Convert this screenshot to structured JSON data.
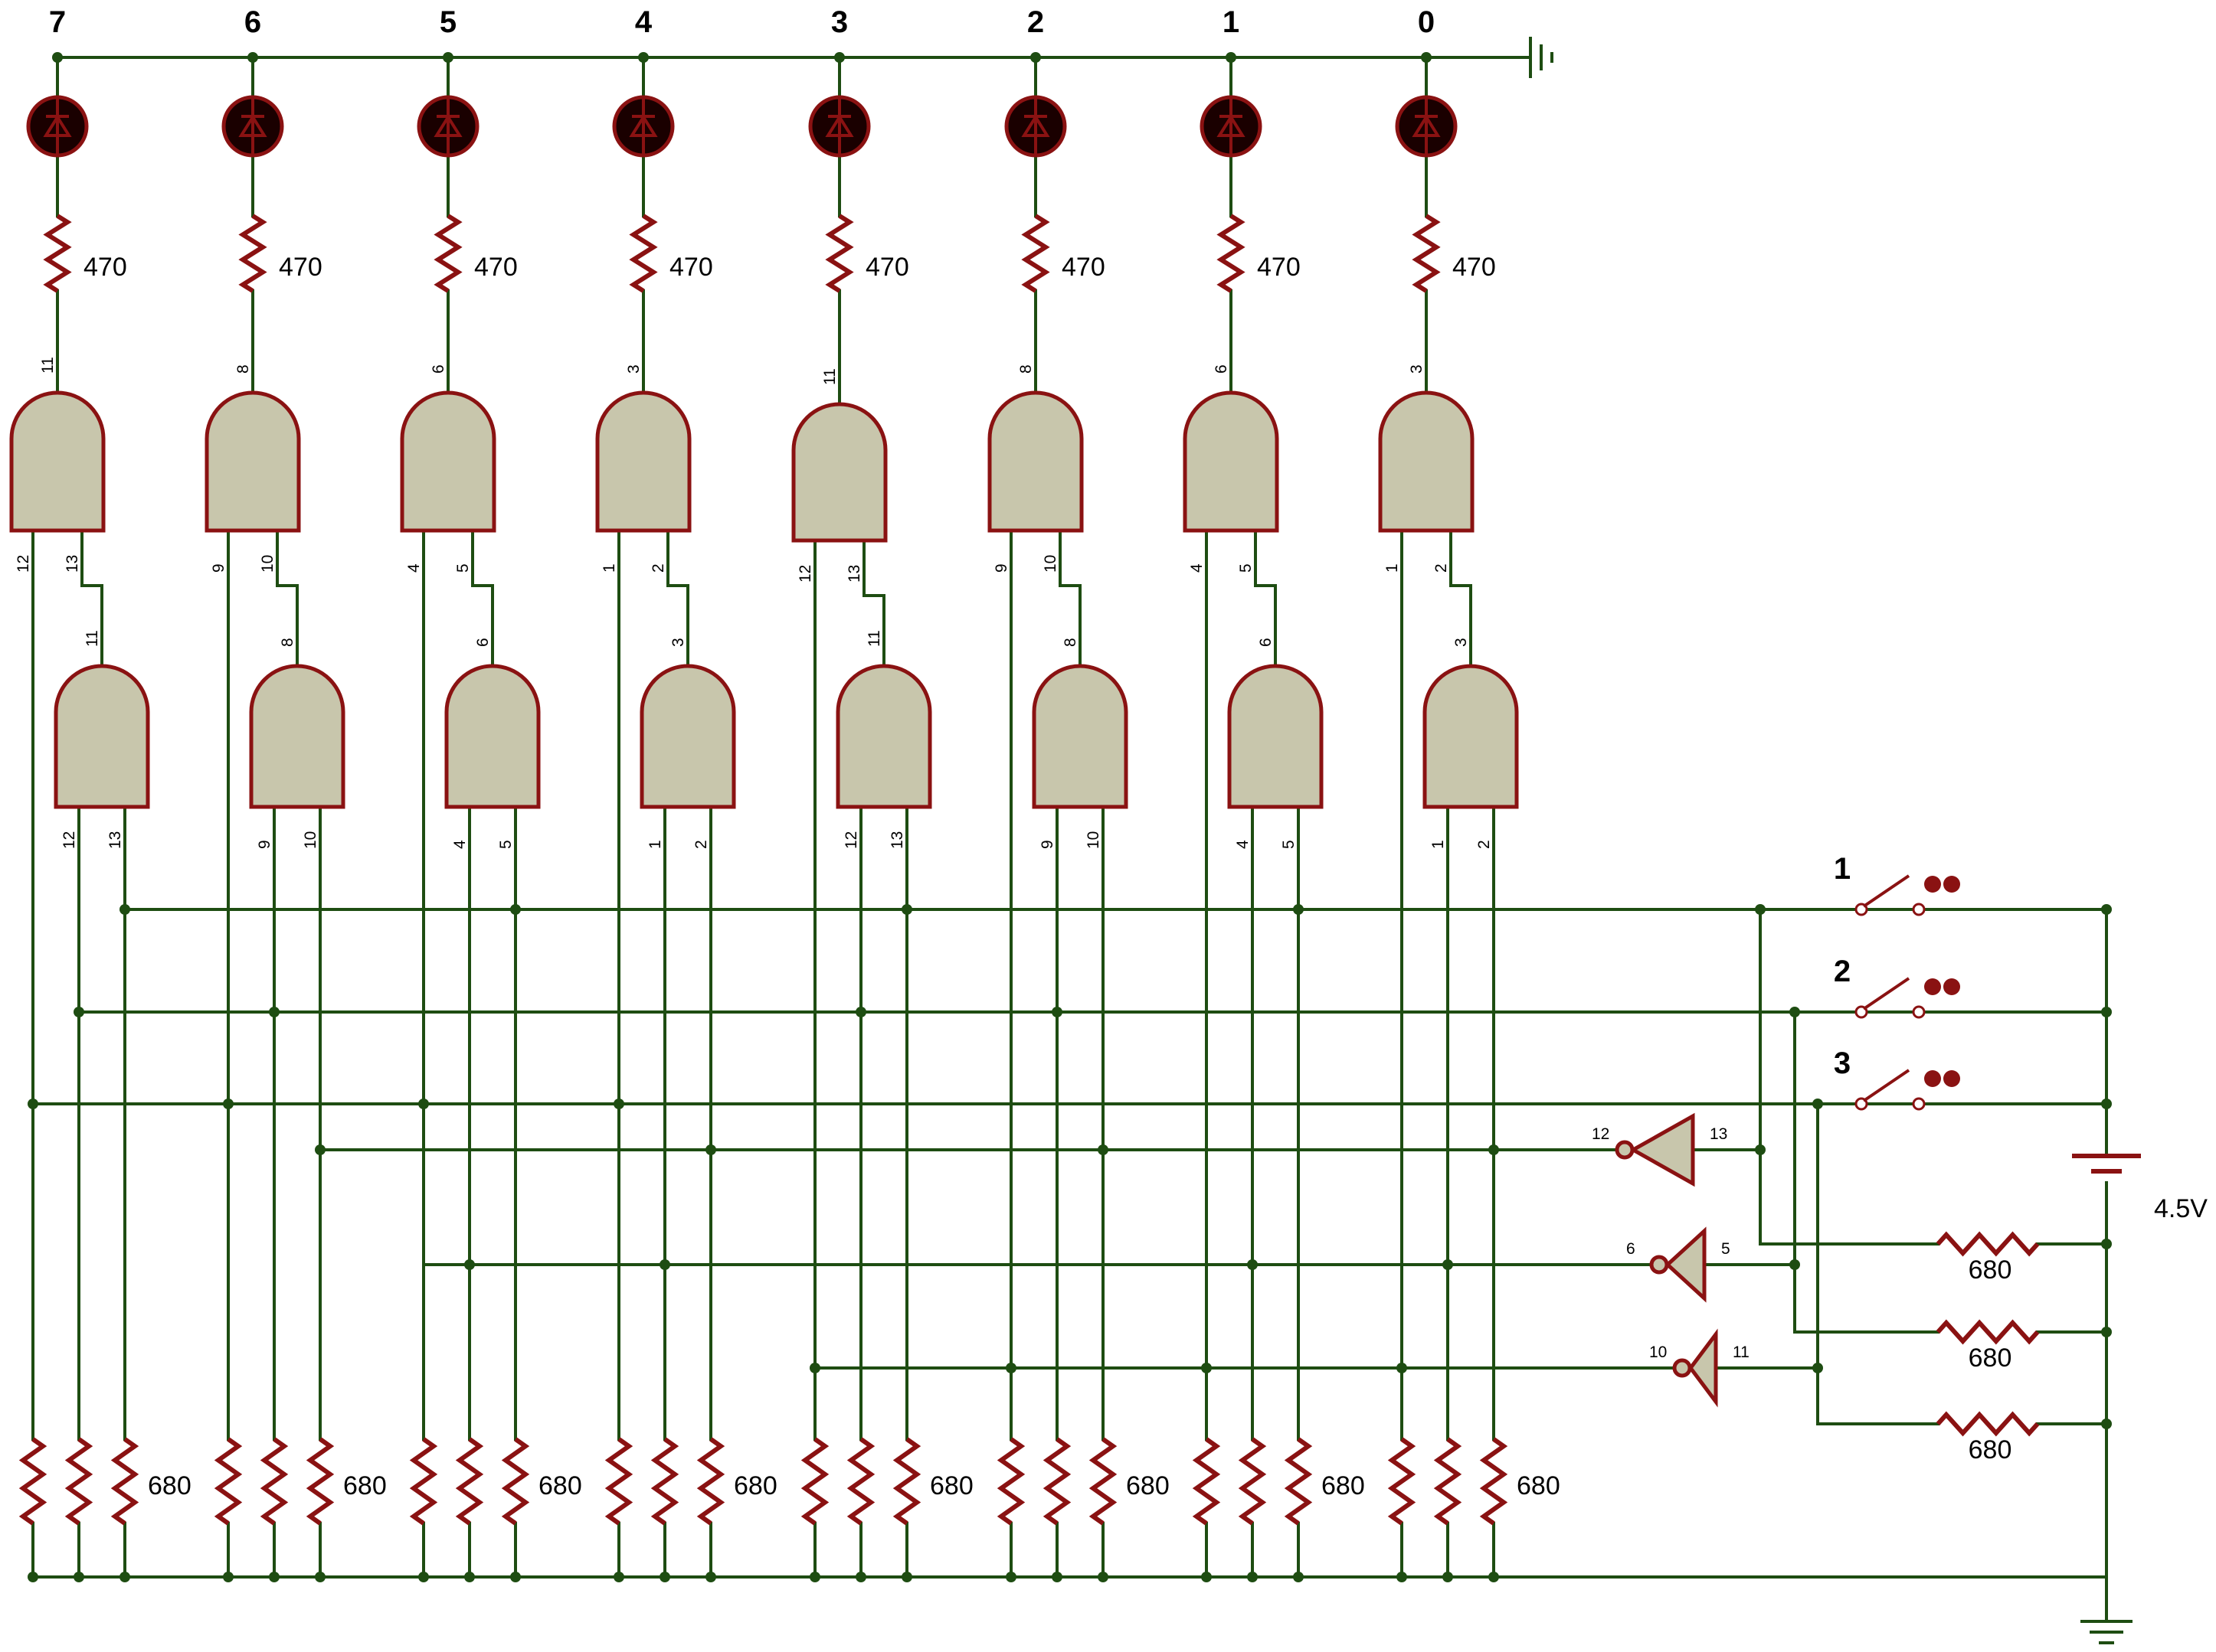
{
  "bits": [
    "7",
    "6",
    "5",
    "4",
    "3",
    "2",
    "1",
    "0"
  ],
  "led_resistor_label": "470",
  "pulldown_label": "680",
  "battery_label": "4.5V",
  "switch_labels": [
    "1",
    "2",
    "3"
  ],
  "top_gate_pins": [
    [
      "11",
      "12",
      "13"
    ],
    [
      "8",
      "9",
      "10"
    ],
    [
      "6",
      "4",
      "5"
    ],
    [
      "3",
      "1",
      "2"
    ],
    [
      "11",
      "12",
      "13"
    ],
    [
      "8",
      "9",
      "10"
    ],
    [
      "6",
      "4",
      "5"
    ],
    [
      "3",
      "1",
      "2"
    ]
  ],
  "bottom_gate_pins": [
    [
      "11",
      "12",
      "13"
    ],
    [
      "8",
      "9",
      "10"
    ],
    [
      "6",
      "4",
      "5"
    ],
    [
      "3",
      "1",
      "2"
    ],
    [
      "11",
      "12",
      "13"
    ],
    [
      "8",
      "9",
      "10"
    ],
    [
      "6",
      "4",
      "5"
    ],
    [
      "3",
      "1",
      "2"
    ]
  ],
  "inverters": [
    {
      "in": "12",
      "out": "13"
    },
    {
      "in": "6",
      "out": "5"
    },
    {
      "in": "10",
      "out": "11"
    }
  ],
  "colors": {
    "wire": "#1e4d12",
    "component": "#8a1212",
    "gate_fill": "#c8c6ac",
    "led_fill": "#1a0000"
  }
}
